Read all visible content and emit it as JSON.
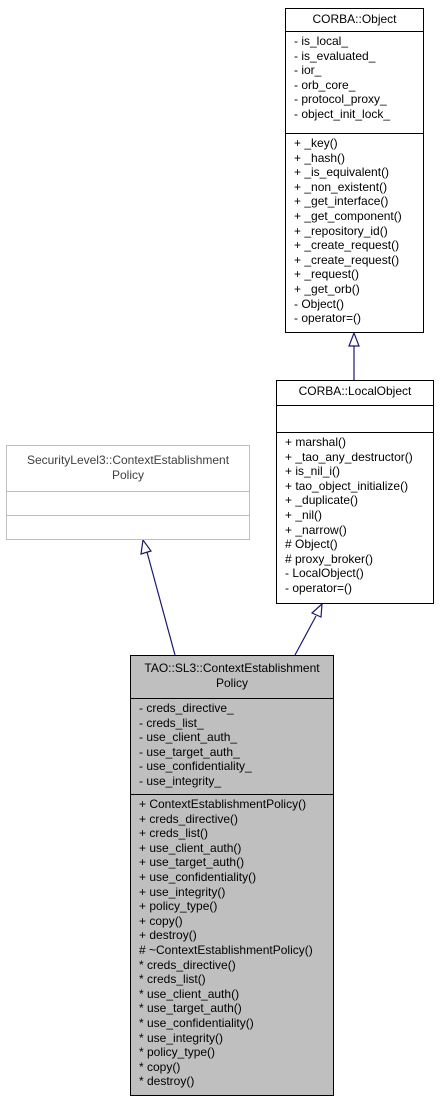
{
  "classes": {
    "object": {
      "name": "CORBA::Object",
      "attributes": [
        "- is_local_",
        "- is_evaluated_",
        "- ior_",
        "- orb_core_",
        "- protocol_proxy_",
        "- object_init_lock_"
      ],
      "operations": [
        "+ _key()",
        "+ _hash()",
        "+ _is_equivalent()",
        "+ _non_existent()",
        "+ _get_interface()",
        "+ _get_component()",
        "+ _repository_id()",
        "+ _create_request()",
        "+ _create_request()",
        "+ _request()",
        "+ _get_orb()",
        "- Object()",
        "- operator=()"
      ]
    },
    "local_object": {
      "name": "CORBA::LocalObject",
      "attributes": [],
      "operations": [
        "+ marshal()",
        "+ _tao_any_destructor()",
        "+ is_nil_i()",
        "+ tao_object_initialize()",
        "+ _duplicate()",
        "+ _nil()",
        "+ _narrow()",
        "# Object()",
        "# proxy_broker()",
        "- LocalObject()",
        "- operator=()"
      ]
    },
    "sl3_policy": {
      "name_line1": "SecurityLevel3::ContextEstablishment",
      "name_line2": "Policy",
      "attributes": [],
      "operations": []
    },
    "tao_policy": {
      "name_line1": "TAO::SL3::ContextEstablishment",
      "name_line2": "Policy",
      "attributes": [
        "- creds_directive_",
        "- creds_list_",
        "- use_client_auth_",
        "- use_target_auth_",
        "- use_confidentiality_",
        "- use_integrity_"
      ],
      "operations": [
        "+ ContextEstablishmentPolicy()",
        "+ creds_directive()",
        "+ creds_list()",
        "+ use_client_auth()",
        "+ use_target_auth()",
        "+ use_confidentiality()",
        "+ use_integrity()",
        "+ policy_type()",
        "+ copy()",
        "+ destroy()",
        "# ~ContextEstablishmentPolicy()",
        "* creds_directive()",
        "* creds_list()",
        "* use_client_auth()",
        "* use_target_auth()",
        "* use_confidentiality()",
        "* use_integrity()",
        "* policy_type()",
        "* copy()",
        "* destroy()"
      ]
    }
  },
  "colors": {
    "edge": "#191970",
    "border": "#000000",
    "dim_border": "#bfbfbf",
    "highlight_fill": "#bfbfbf"
  }
}
